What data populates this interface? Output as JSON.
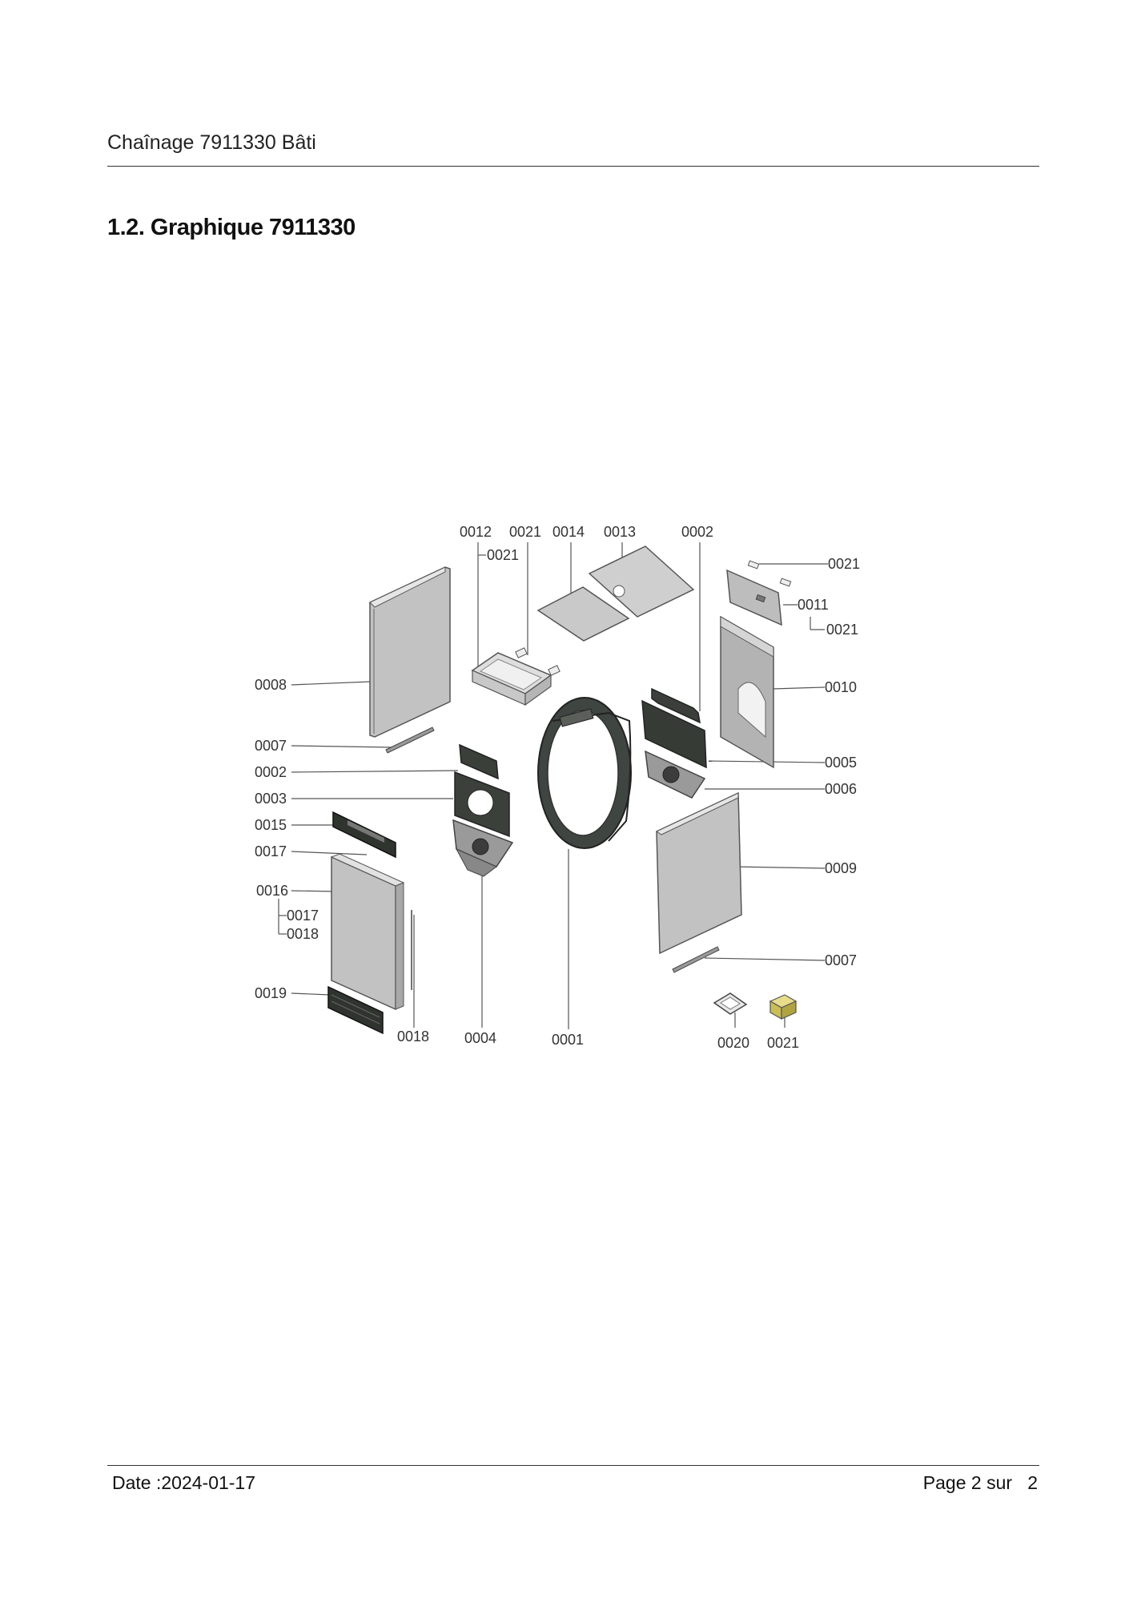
{
  "header": {
    "title": "Chaînage 7911330 Bâti"
  },
  "section": {
    "title": "1.2. Graphique 7911330"
  },
  "diagram": {
    "labels": {
      "top_0012": "0012",
      "top_0021": "0021",
      "top_0014": "0014",
      "top_0013": "0013",
      "top_0002": "0002",
      "sub_0021_tray": "0021",
      "right_0021_a": "0021",
      "right_0011": "0011",
      "right_0021_b": "0021",
      "right_0010": "0010",
      "right_0005": "0005",
      "right_0006": "0006",
      "right_0009": "0009",
      "right_0007": "0007",
      "left_0008": "0008",
      "left_0007": "0007",
      "left_0002": "0002",
      "left_0003": "0003",
      "left_0015": "0015",
      "left_0017": "0017",
      "left_0016": "0016",
      "left_0017_sub": "0017",
      "left_0018_sub": "0018",
      "left_0019": "0019",
      "bottom_0018": "0018",
      "bottom_0004": "0004",
      "bottom_0001": "0001",
      "bottom_0020": "0020",
      "bottom_0021": "0021"
    }
  },
  "footer": {
    "date": "Date :2024-01-17",
    "page": "Page 2 sur   2"
  }
}
